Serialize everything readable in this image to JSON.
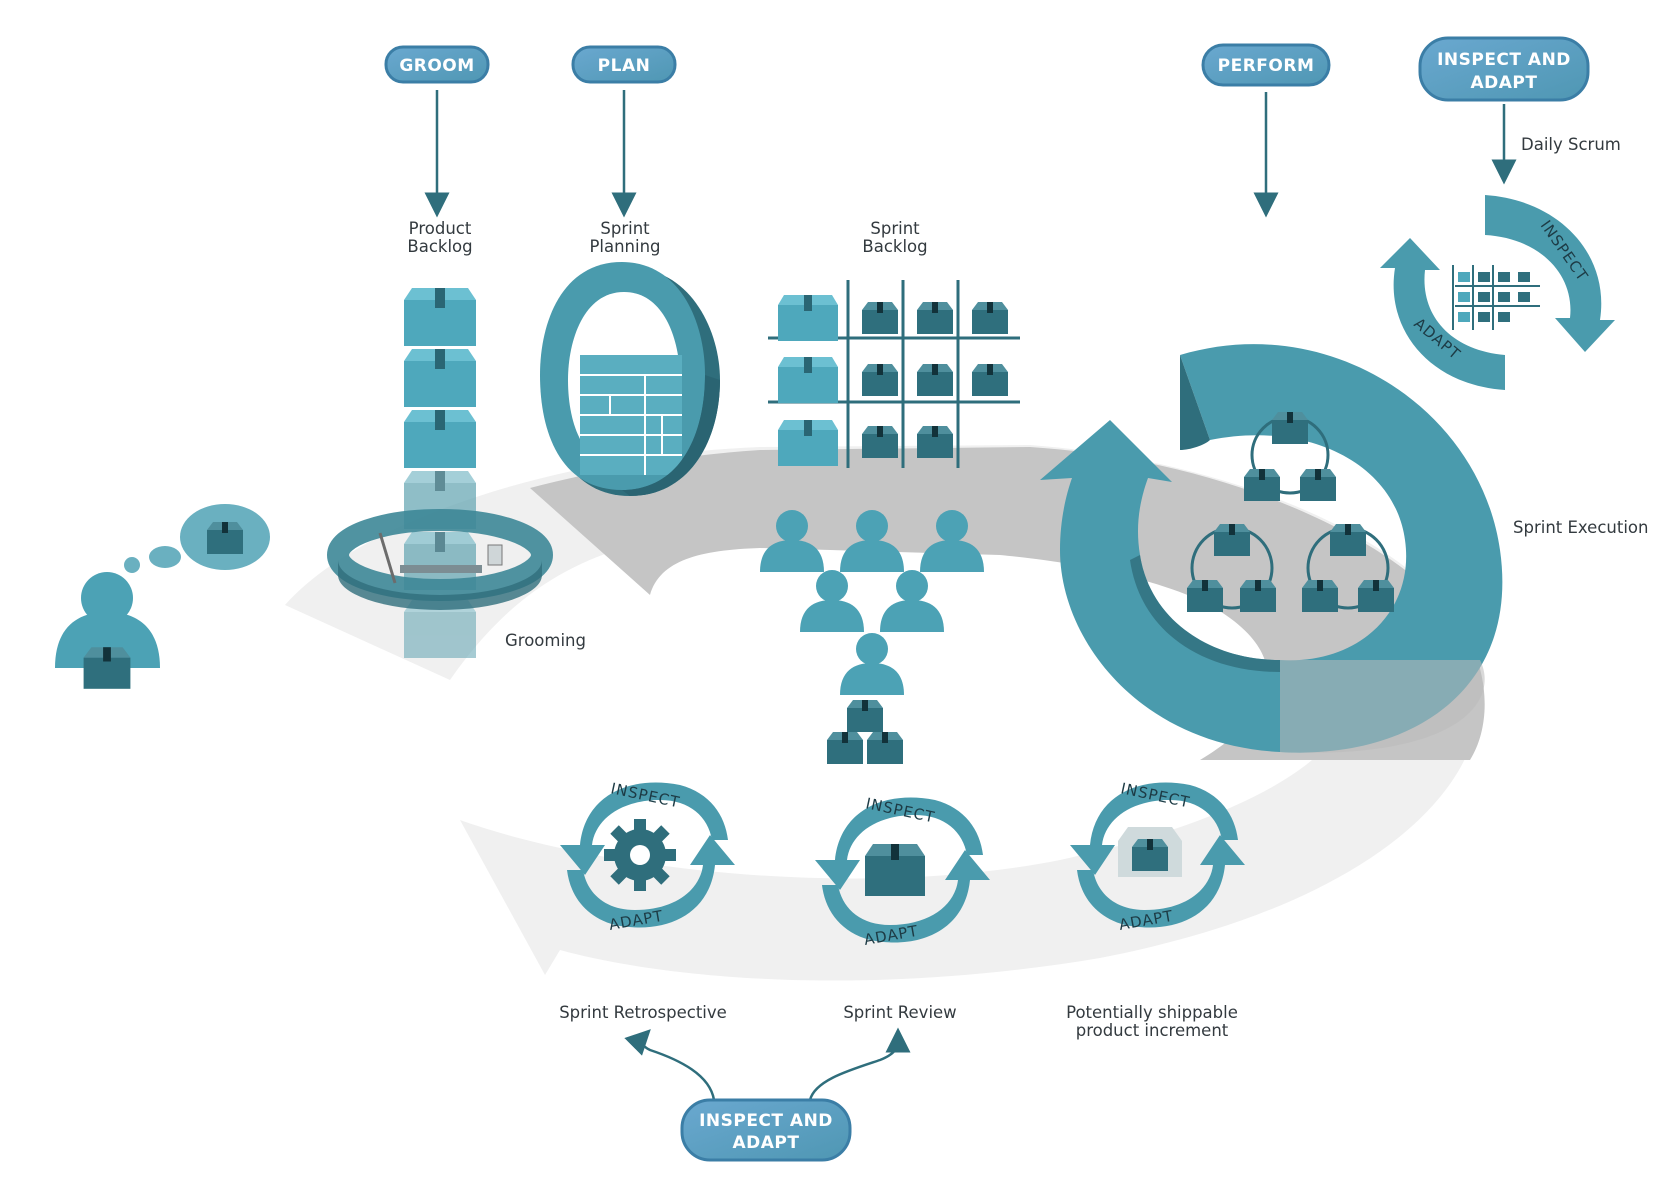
{
  "phases": {
    "groom": "GROOM",
    "plan": "PLAN",
    "perform": "PERFORM",
    "inspect_adapt_top": [
      "INSPECT AND",
      "ADAPT"
    ],
    "inspect_adapt_bottom": [
      "INSPECT AND",
      "ADAPT"
    ]
  },
  "labels": {
    "product_backlog": [
      "Product",
      "Backlog"
    ],
    "sprint_planning": [
      "Sprint",
      "Planning"
    ],
    "sprint_backlog": [
      "Sprint",
      "Backlog"
    ],
    "daily_scrum": "Daily Scrum",
    "sprint_execution": "Sprint Execution",
    "grooming": "Grooming",
    "sprint_retrospective": "Sprint Retrospective",
    "sprint_review": "Sprint Review",
    "increment": [
      "Potentially shippable",
      "product increment"
    ]
  },
  "cycle_words": {
    "inspect": "INSPECT",
    "adapt": "ADAPT"
  },
  "colors": {
    "teal": "#4a9bad",
    "teal_dark": "#2f6e7c",
    "teal_light": "#6bb6c7",
    "pill_fill": "#5e9fc2",
    "pill_border": "#3b7ea6",
    "gray_band": "#c6c6c6",
    "light_band": "#efefef"
  }
}
